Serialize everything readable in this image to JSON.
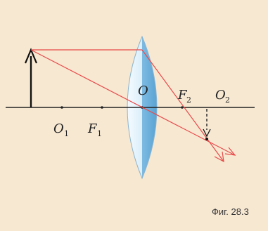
{
  "colors": {
    "background": "#f7e8d2",
    "ray": "#e84a4a",
    "axis": "#222222",
    "lens_fill_light": "#eaf4fb",
    "lens_fill_dark": "#6fb0da",
    "object_arrow": "#111111"
  },
  "labels": {
    "center": "O",
    "focus_right_main": "F",
    "focus_right_sub": "2",
    "o2_main": "O",
    "o2_sub": "2",
    "o1_main": "O",
    "o1_sub": "1",
    "focus_left_main": "F",
    "focus_left_sub": "1"
  },
  "caption": "Фиг. 28.3"
}
